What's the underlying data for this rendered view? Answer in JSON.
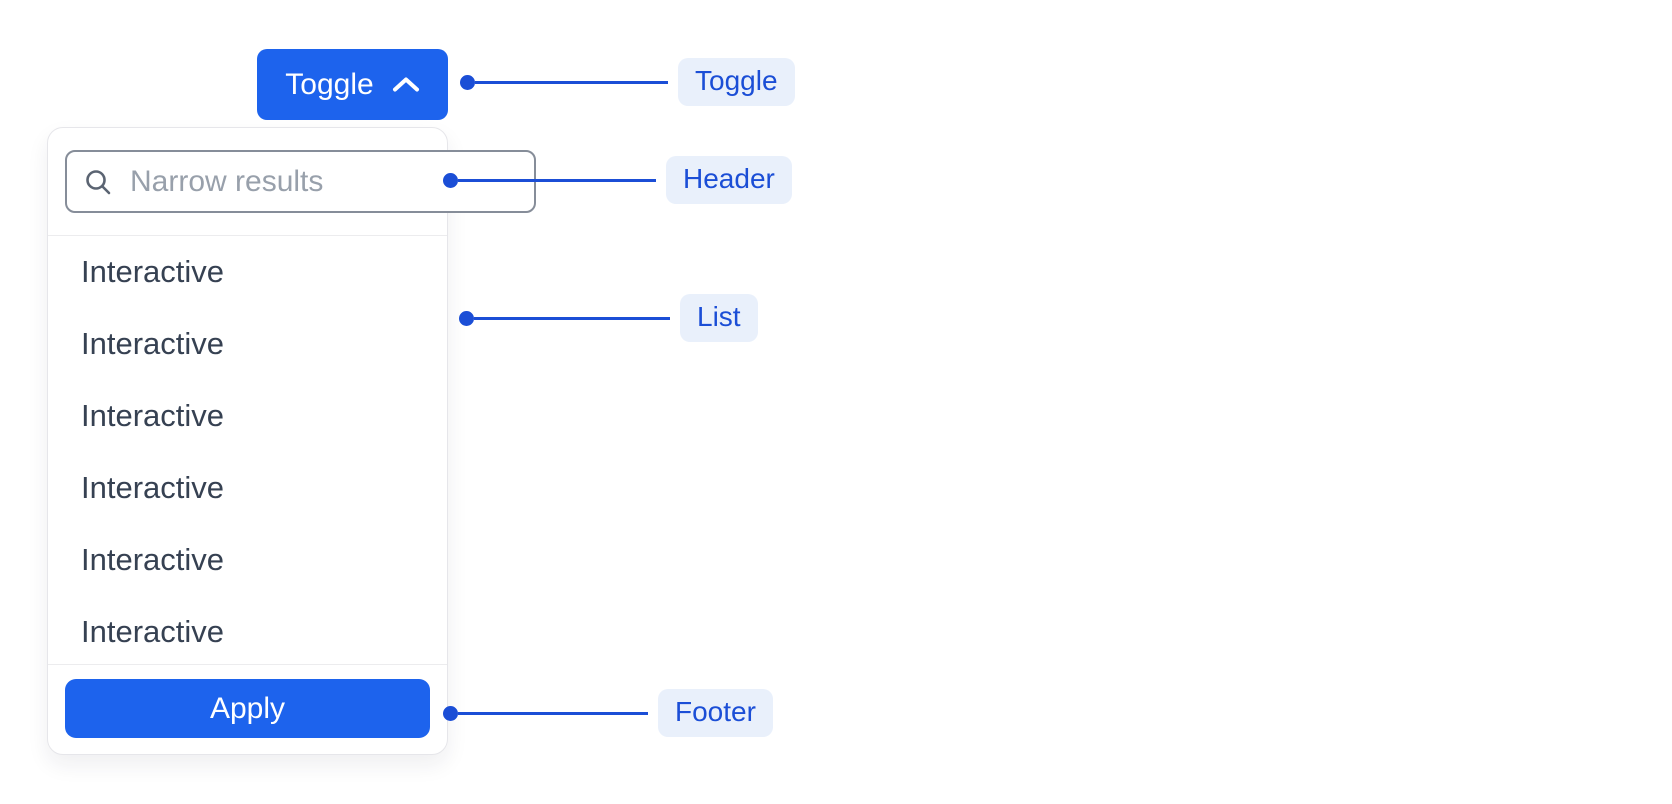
{
  "toggle": {
    "label": "Toggle",
    "icon": "chevron-up-icon"
  },
  "dropdown": {
    "header": {
      "icon": "search-icon",
      "search_placeholder": "Narrow results"
    },
    "list": {
      "items": [
        "Interactive",
        "Interactive",
        "Interactive",
        "Interactive",
        "Interactive",
        "Interactive"
      ]
    },
    "footer": {
      "apply_label": "Apply"
    }
  },
  "annotations": {
    "toggle_label": "Toggle",
    "header_label": "Header",
    "list_label": "List",
    "footer_label": "Footer"
  },
  "colors": {
    "primary_blue": "#1d63ed",
    "annotation_blue": "#1b4ed6",
    "annotation_badge_bg": "#e9f0fb",
    "list_text": "#364152",
    "placeholder_gray": "#98a0ab",
    "input_border": "#868d99",
    "panel_border": "#e6e6ea"
  }
}
